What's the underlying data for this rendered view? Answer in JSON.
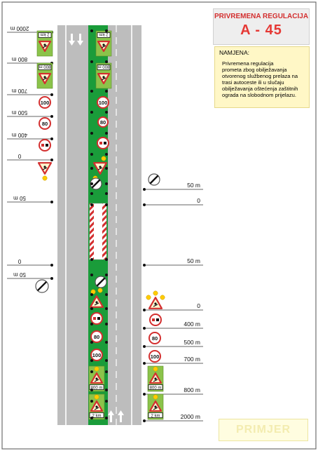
{
  "header": {
    "title": "PRIVREMENA REGULACIJA",
    "scheme_id": "A - 45"
  },
  "purpose": {
    "heading": "NAMJENA:",
    "text_lines": [
      "Privremena regulacija",
      "prometa zbog obilježavanja",
      "otvorenog službenog prelaza na",
      "trasi autoceste ili u slučaju",
      "obilježavanja oštećenja zaštitnih",
      "ograda na slobodnom prijelazu."
    ]
  },
  "watermark": "PRIMJER",
  "left_distance_labels": [
    "2000 m",
    "800 m",
    "700 m",
    "500 m",
    "400 m",
    "0",
    "50 m",
    "0",
    "50 m"
  ],
  "right_distance_labels": [
    "50 m",
    "0",
    "50 m",
    "0",
    "400 m",
    "500 m",
    "700 m",
    "800 m",
    "2000 m"
  ],
  "sign_texts": {
    "plate_2km": "2 km",
    "plate_800m": "800 m",
    "speed_100": "100",
    "speed_80": "80"
  },
  "colors": {
    "lane_green": "#1a9c3a",
    "road_grey": "#bdbdbd",
    "sign_red": "#d32f2f",
    "plate_green": "#8bc34a",
    "lamp_yellow": "#ffcc00",
    "title_red": "#e53935"
  }
}
